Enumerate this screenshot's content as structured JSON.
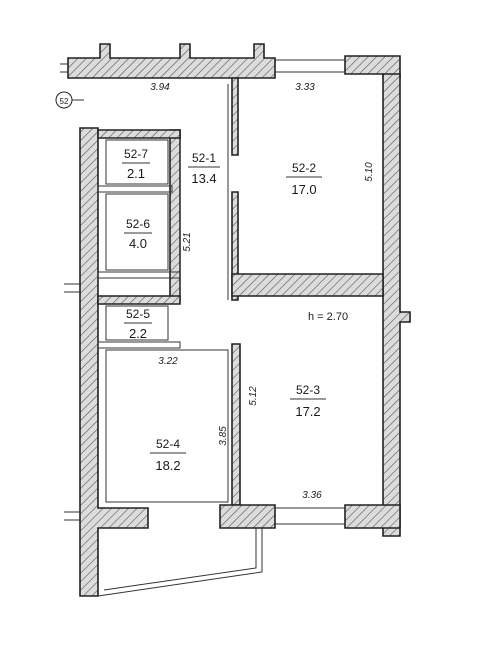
{
  "plan": {
    "marker": "52",
    "ceiling_height": "h = 2.70",
    "rooms": [
      {
        "id": "52-1",
        "area": "13.4"
      },
      {
        "id": "52-2",
        "area": "17.0"
      },
      {
        "id": "52-3",
        "area": "17.2"
      },
      {
        "id": "52-4",
        "area": "18.2"
      },
      {
        "id": "52-5",
        "area": "2.2"
      },
      {
        "id": "52-6",
        "area": "4.0"
      },
      {
        "id": "52-7",
        "area": "2.1"
      }
    ],
    "dimensions": {
      "top_left": "3.94",
      "top_right": "3.33",
      "right_vertical": "5.10",
      "corridor_vertical": "5.21",
      "middle_horizontal": "3.22",
      "room3_vertical": "5.12",
      "room4_vertical": "3.85",
      "bottom_right": "3.36"
    }
  }
}
